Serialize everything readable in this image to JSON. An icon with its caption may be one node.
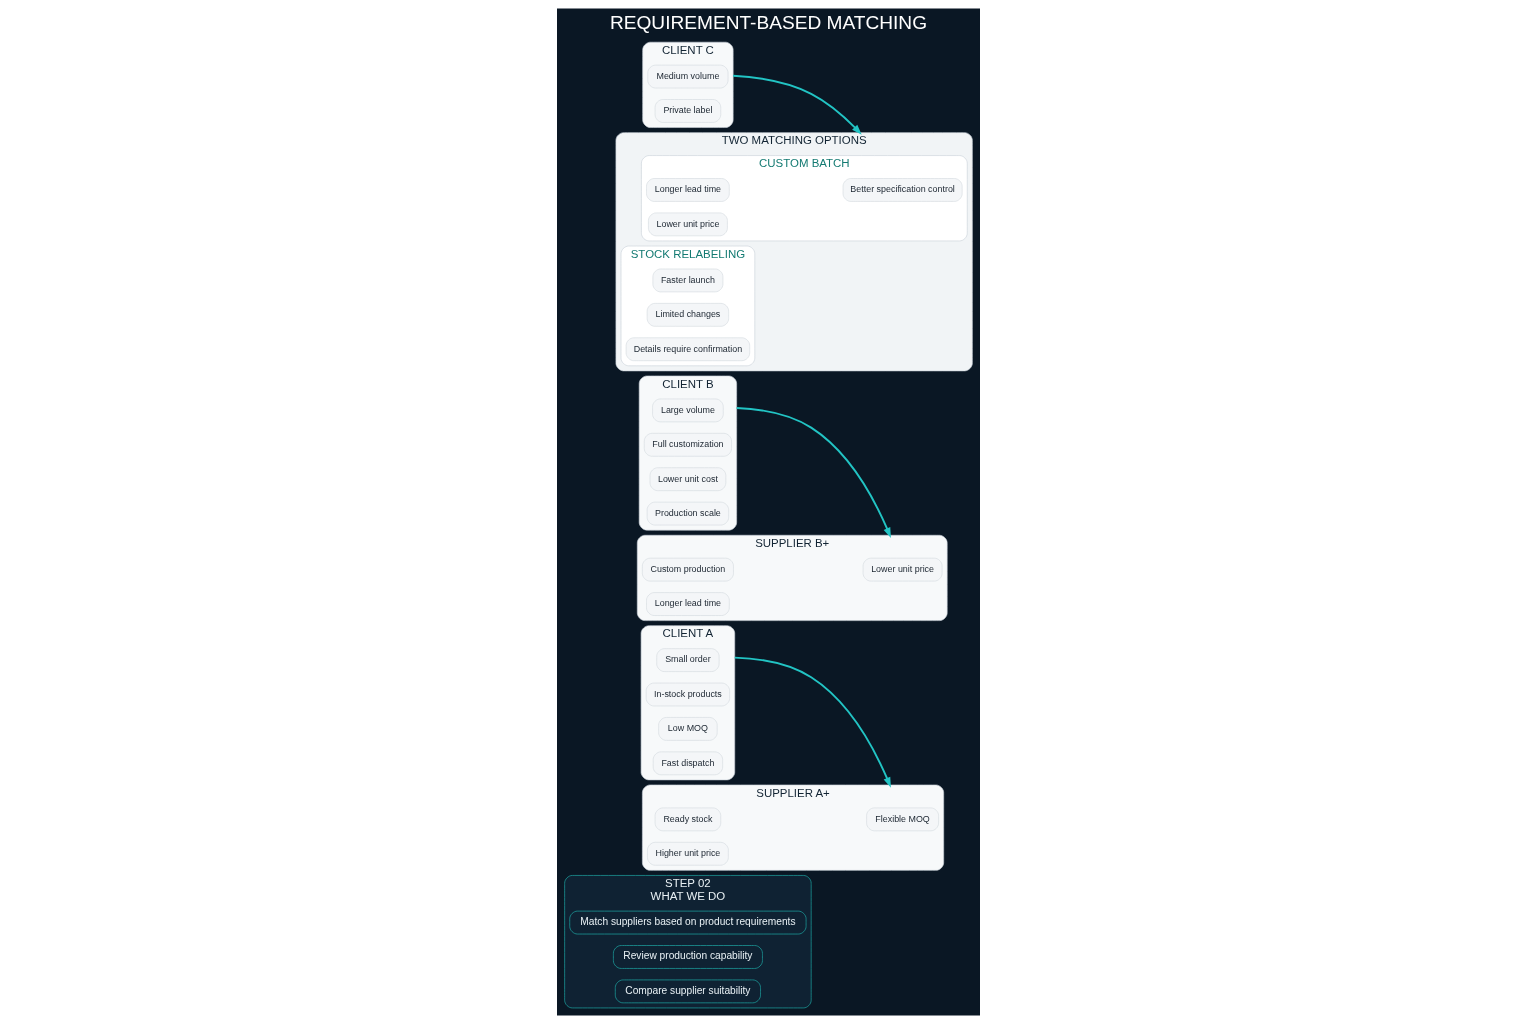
{
  "diagram": {
    "title": "REQUIREMENT-BASED MATCHING",
    "nodes": [
      {
        "text": [
          "STEP 02",
          "WHAT WE DO"
        ]
      },
      {
        "text": [
          "Match suppliers based on product requirements"
        ],
        "in": 0
      },
      {
        "text": [
          "Review production capability"
        ],
        "in": 0
      },
      {
        "text": [
          "Compare supplier suitability"
        ],
        "in": 0
      },
      {
        "text": [
          "CLIENT A"
        ]
      },
      {
        "text": [
          "Small order"
        ],
        "in": 4
      },
      {
        "text": [
          "In-stock products"
        ],
        "in": 4
      },
      {
        "text": [
          "Low MOQ"
        ],
        "in": 4
      },
      {
        "text": [
          "Fast dispatch"
        ],
        "in": 4
      },
      {
        "text": [
          "SUPPLIER A+"
        ]
      },
      {
        "text": [
          "Flexible MOQ"
        ],
        "in": 9
      },
      {
        "text": [
          "Ready stock"
        ],
        "in": 9
      },
      {
        "text": [
          "Higher unit price"
        ],
        "in": 9
      },
      {
        "text": [
          "CLIENT B"
        ]
      },
      {
        "text": [
          "Large volume"
        ],
        "in": 13
      },
      {
        "text": [
          "Full customization"
        ],
        "in": 13
      },
      {
        "text": [
          "Lower unit cost"
        ],
        "in": 13
      },
      {
        "text": [
          "Production scale"
        ],
        "in": 13
      },
      {
        "text": [
          "SUPPLIER B+"
        ]
      },
      {
        "text": [
          "Lower unit price"
        ],
        "in": 18
      },
      {
        "text": [
          "Custom production"
        ],
        "in": 18
      },
      {
        "text": [
          "Longer lead time"
        ],
        "in": 18
      },
      {
        "text": [
          "CLIENT C"
        ]
      },
      {
        "text": [
          "Medium volume"
        ],
        "in": 22
      },
      {
        "text": [
          "Private label"
        ],
        "in": 22
      },
      {
        "text": [
          "TWO MATCHING OPTIONS"
        ]
      },
      {
        "text": [
          "CUSTOM BATCH"
        ],
        "in": 25
      },
      {
        "text": [
          "Better specification control"
        ],
        "in": 26
      },
      {
        "text": [
          "Longer lead time"
        ],
        "in": 26
      },
      {
        "text": [
          "Lower unit price"
        ],
        "in": 26
      },
      {
        "text": [
          "STOCK RELABELING"
        ],
        "in": 25
      },
      {
        "text": [
          "Faster launch"
        ],
        "in": 30
      },
      {
        "text": [
          "Limited changes"
        ],
        "in": 30
      },
      {
        "text": [
          "Details require confirmation"
        ],
        "in": 30
      }
    ],
    "edges": [
      {
        "from": 4,
        "to": 9,
        "arrow": "to"
      },
      {
        "from": 13,
        "to": 18,
        "arrow": "to"
      },
      {
        "from": 22,
        "to": 25,
        "arrow": "to"
      }
    ]
  }
}
